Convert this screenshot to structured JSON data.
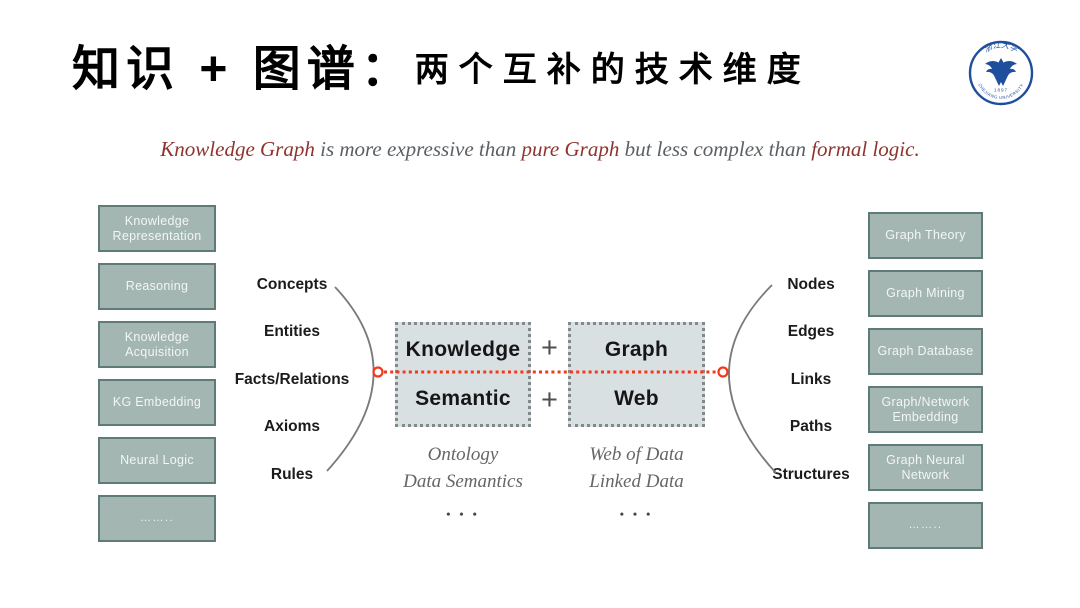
{
  "title": {
    "part1": "知识 + 图谱：",
    "part2": "两个互补的技术维度"
  },
  "subtitle": {
    "s1": "Knowledge Graph",
    "s2": " is more expressive than ",
    "s3": "pure Graph",
    "s4": " but less complex than ",
    "s5": "formal logic."
  },
  "logo": {
    "top_text": "浙江大学",
    "year": "1897",
    "bottom_text": "ZHEJIANG UNIVERSITY"
  },
  "left_boxes": [
    {
      "line1": "Knowledge",
      "line2": "Representation"
    },
    {
      "line1": "Reasoning",
      "line2": ""
    },
    {
      "line1": "Knowledge",
      "line2": "Acquisition"
    },
    {
      "line1": "KG Embedding",
      "line2": ""
    },
    {
      "line1": "Neural Logic",
      "line2": ""
    },
    {
      "line1": "……..",
      "line2": ""
    }
  ],
  "right_boxes": [
    {
      "line1": "Graph Theory",
      "line2": ""
    },
    {
      "line1": "Graph Mining",
      "line2": ""
    },
    {
      "line1": "Graph Database",
      "line2": ""
    },
    {
      "line1": "Graph/Network",
      "line2": "Embedding"
    },
    {
      "line1": "Graph Neural",
      "line2": "Network"
    },
    {
      "line1": "……..",
      "line2": ""
    }
  ],
  "left_list": [
    "Concepts",
    "Entities",
    "Facts/Relations",
    "Axioms",
    "Rules"
  ],
  "right_list": [
    "Nodes",
    "Edges",
    "Links",
    "Paths",
    "Structures"
  ],
  "center": {
    "plus": "+",
    "knowledge_box": {
      "top": "Knowledge",
      "bottom": "Semantic"
    },
    "graph_box": {
      "top": "Graph",
      "bottom": "Web"
    },
    "knowledge_caption": {
      "line1": "Ontology",
      "line2": "Data Semantics",
      "dots": "• • •"
    },
    "graph_caption": {
      "line1": "Web of Data",
      "line2": "Linked Data",
      "dots": "• • •"
    }
  },
  "colors": {
    "accent_red": "#8E342E",
    "subtitle_gray": "#5B6064",
    "side_box_fill": "#A4B6B2",
    "side_box_border": "#5F7B77",
    "center_box_fill": "#D9E0E1",
    "axis_red": "#F5381B",
    "logo_blue": "#1E4E9C"
  }
}
